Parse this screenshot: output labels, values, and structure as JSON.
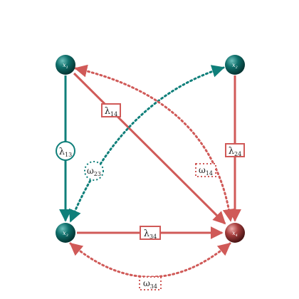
{
  "colors": {
    "teal": "#0f7f7a",
    "teal_dark": "#0b5f5c",
    "red": "#d05a58",
    "red_dark": "#a3403f",
    "background": "#ffffff"
  },
  "nodes": {
    "x1": {
      "label": "x",
      "sub": "1"
    },
    "x2": {
      "label": "x",
      "sub": "2"
    },
    "x3": {
      "label": "x",
      "sub": "3"
    },
    "x4": {
      "label": "x",
      "sub": "4"
    }
  },
  "edge_labels": {
    "lambda13": {
      "symbol": "λ",
      "sub": "13"
    },
    "lambda14": {
      "symbol": "λ",
      "sub": "14"
    },
    "lambda24": {
      "symbol": "λ",
      "sub": "24"
    },
    "lambda34": {
      "symbol": "λ",
      "sub": "34"
    },
    "omega23": {
      "symbol": "ω",
      "sub": "23"
    },
    "omega14": {
      "symbol": "ω",
      "sub": "14"
    },
    "omega34": {
      "symbol": "ω",
      "sub": "34"
    }
  }
}
